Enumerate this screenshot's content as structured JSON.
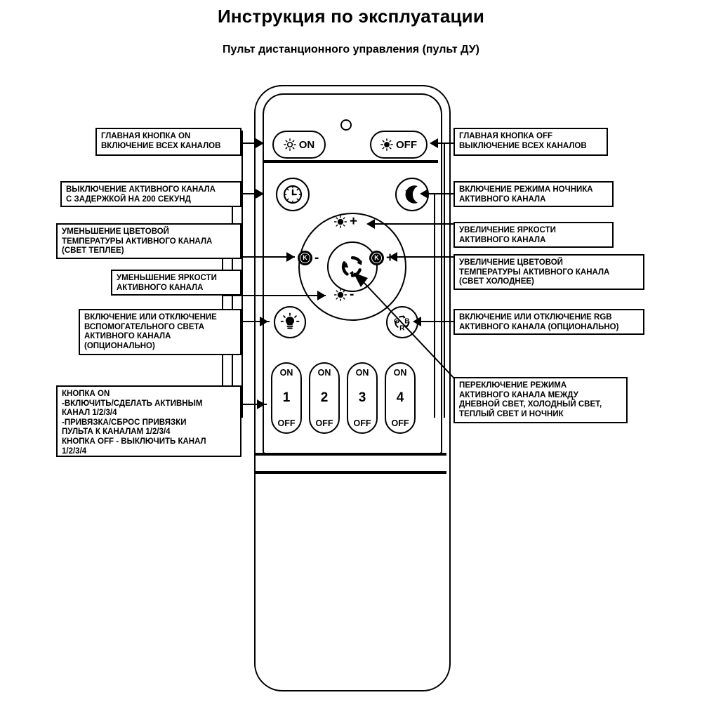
{
  "header": {
    "title": "Инструкция по эксплуатации",
    "subtitle": "Пульт дистанционного управления (пульт ДУ)"
  },
  "remote": {
    "main_on": {
      "label": "ON",
      "icon": "sun-outline-icon"
    },
    "main_off": {
      "label": "OFF",
      "icon": "sun-filled-icon"
    },
    "led_indicator": "led-indicator",
    "timer": {
      "icon": "clock-icon"
    },
    "night": {
      "icon": "moon-star-icon"
    },
    "brightness_up": {
      "sign": "+",
      "icon": "sun-icon"
    },
    "brightness_down": {
      "sign": "-",
      "icon": "sun-icon"
    },
    "temp_down": {
      "sign": "-",
      "badge": "K",
      "icon": "kelvin-icon"
    },
    "temp_up": {
      "sign": "+",
      "badge": "K",
      "icon": "kelvin-icon"
    },
    "mode_cycle": {
      "icon": "cycle-arrows-icon"
    },
    "aux_light": {
      "icon": "bulb-icon"
    },
    "rgb": {
      "icon": "rgb-icon",
      "letters": [
        "G",
        "B",
        "R"
      ]
    },
    "channels": [
      {
        "on": "ON",
        "number": "1",
        "off": "OFF"
      },
      {
        "on": "ON",
        "number": "2",
        "off": "OFF"
      },
      {
        "on": "ON",
        "number": "3",
        "off": "OFF"
      },
      {
        "on": "ON",
        "number": "4",
        "off": "OFF"
      }
    ]
  },
  "callouts": {
    "left": [
      {
        "id": "main-on",
        "text": "ГЛАВНАЯ КНОПКА ON\nВКЛЮЧЕНИЕ ВСЕХ КАНАЛОВ"
      },
      {
        "id": "timer",
        "text": "ВЫКЛЮЧЕНИЕ АКТИВНОГО КАНАЛА\nС ЗАДЕРЖКОЙ НА 200 СЕКУНД"
      },
      {
        "id": "temp-down",
        "text": "УМЕНЬШЕНИЕ ЦВЕТОВОЙ\nТЕМПЕРАТУРЫ АКТИВНОГО КАНАЛА\n(СВЕТ ТЕПЛЕЕ)"
      },
      {
        "id": "brightness-down",
        "text": "УМЕНЬШЕНИЕ ЯРКОСТИ\nАКТИВНОГО КАНАЛА"
      },
      {
        "id": "aux-light",
        "text": "ВКЛЮЧЕНИЕ ИЛИ ОТКЛЮЧЕНИЕ\nВСПОМОГАТЕЛЬНОГО СВЕТА\nАКТИВНОГО КАНАЛА\n(ОПЦИОНАЛЬНО)"
      },
      {
        "id": "channels",
        "text": "КНОПКА ON\n-ВКЛЮЧИТЬ/СДЕЛАТЬ АКТИВНЫМ\nКАНАЛ 1/2/3/4\n-ПРИВЯЗКА/СБРОС ПРИВЯЗКИ\nПУЛЬТА К КАНАЛАМ 1/2/3/4\nКНОПКА OFF - ВЫКЛЮЧИТЬ КАНАЛ\n1/2/3/4"
      }
    ],
    "right": [
      {
        "id": "main-off",
        "text": "ГЛАВНАЯ КНОПКА OFF\nВЫКЛЮЧЕНИЕ ВСЕХ КАНАЛОВ"
      },
      {
        "id": "night",
        "text": "ВКЛЮЧЕНИЕ РЕЖИМА НОЧНИКА\nАКТИВНОГО КАНАЛА"
      },
      {
        "id": "brightness-up",
        "text": "УВЕЛИЧЕНИЕ ЯРКОСТИ\nАКТИВНОГО КАНАЛА"
      },
      {
        "id": "temp-up",
        "text": "УВЕЛИЧЕНИЕ ЦВЕТОВОЙ\nТЕМПЕРАТУРЫ АКТИВНОГО КАНАЛА\n(СВЕТ ХОЛОДНЕЕ)"
      },
      {
        "id": "rgb",
        "text": "ВКЛЮЧЕНИЕ ИЛИ ОТКЛЮЧЕНИЕ RGB\nАКТИВНОГО КАНАЛА (ОПЦИОНАЛЬНО)"
      },
      {
        "id": "mode-cycle",
        "text": "ПЕРЕКЛЮЧЕНИЕ РЕЖИМА\nАКТИВНОГО КАНАЛА МЕЖДУ\nДНЕВНОЙ СВЕТ, ХОЛОДНЫЙ СВЕТ,\nТЕПЛЫЙ СВЕТ И НОЧНИК"
      }
    ]
  },
  "colors": {
    "ink": "#000000",
    "paper": "#ffffff"
  }
}
